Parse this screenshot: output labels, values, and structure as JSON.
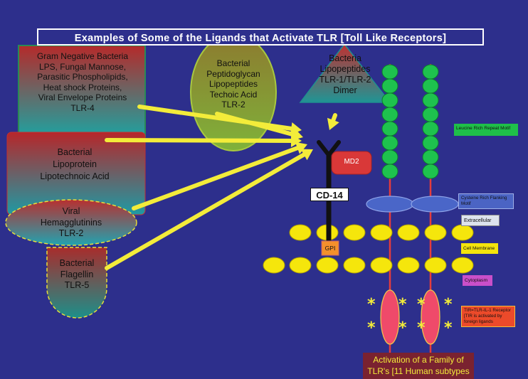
{
  "title": "Examples of Some of the Ligands that Activate TLR [Toll Like Receptors]",
  "ligands": {
    "gram_negative": [
      "Gram Negative Bacteria",
      "LPS, Fungal Mannose,",
      "Parasitic Phospholipids,",
      "Heat shock Proteins,",
      "Viral Envelope Proteins",
      "TLR-4"
    ],
    "peptidoglycan": [
      "Bacterial",
      "Peptidoglycan",
      "Lipopeptides",
      "Techoic Acid",
      "TLR-2"
    ],
    "lipopeptides": [
      "Bacteria",
      "Lipopeptides",
      "TLR-1/TLR-2",
      "Dimer"
    ],
    "lipoprotein": [
      "Bacterial",
      "Lipoprotein",
      "Lipotechnoic Acid"
    ],
    "hemagglutinins": [
      "Viral",
      "Hemagglutinins",
      "TLR-2"
    ],
    "flagellin": [
      "Bacterial",
      "Flagellin",
      "TLR-5"
    ]
  },
  "receptor_labels": {
    "md2": "MD2",
    "cd14": "CD-14",
    "gpi": "GPI"
  },
  "legend": {
    "leucine": "Leucine Rich Repeat Motif",
    "cysteine": "Cysteine Rich Flanking Motif",
    "extracellular": "Extracellular",
    "cell_membrane": "Cell Membrane",
    "cytoplasm": "Cytoplasm",
    "tir": "TIR=TLR-IL-1 Receptor [TIR is activated by foreign ligands"
  },
  "activation": [
    "Activation of a Family of",
    "TLR's [11 Human subtypes"
  ],
  "colors": {
    "background": "#2d2f8c",
    "arrow": "#f3ec3a",
    "membrane": "#f5e60c",
    "leucine_bead": "#1ec24e",
    "cysteine": "#4a66c8",
    "tir": "#ef4a6a",
    "receptor_stem": "#e53c3c",
    "md2": "#d93838",
    "gpi": "#f4902b",
    "activation_bg": "#7a2230"
  }
}
